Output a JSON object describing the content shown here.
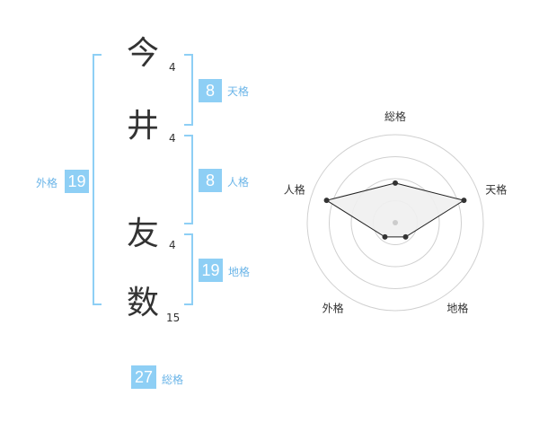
{
  "name": {
    "chars": [
      {
        "char": "今",
        "strokes": "4"
      },
      {
        "char": "井",
        "strokes": "4"
      },
      {
        "char": "友",
        "strokes": "4"
      },
      {
        "char": "数",
        "strokes": "15"
      }
    ]
  },
  "fortune": {
    "tenkaku": {
      "value": "8",
      "label": "天格"
    },
    "jinkaku": {
      "value": "8",
      "label": "人格"
    },
    "chikaku": {
      "value": "19",
      "label": "地格"
    },
    "gaikaku": {
      "value": "19",
      "label": "外格"
    },
    "soukaku": {
      "value": "27",
      "label": "総格"
    }
  },
  "chart_data": {
    "type": "radar",
    "axes": [
      "総格",
      "天格",
      "地格",
      "外格",
      "人格"
    ],
    "values": [
      0.45,
      0.82,
      0.2,
      0.2,
      0.82
    ],
    "range": [
      0,
      1
    ],
    "rings": 4,
    "colors": {
      "fill": "#efefef",
      "line": "#222222",
      "ring": "#d0d0d0",
      "point": "#333333",
      "center": "#cccccc"
    }
  }
}
